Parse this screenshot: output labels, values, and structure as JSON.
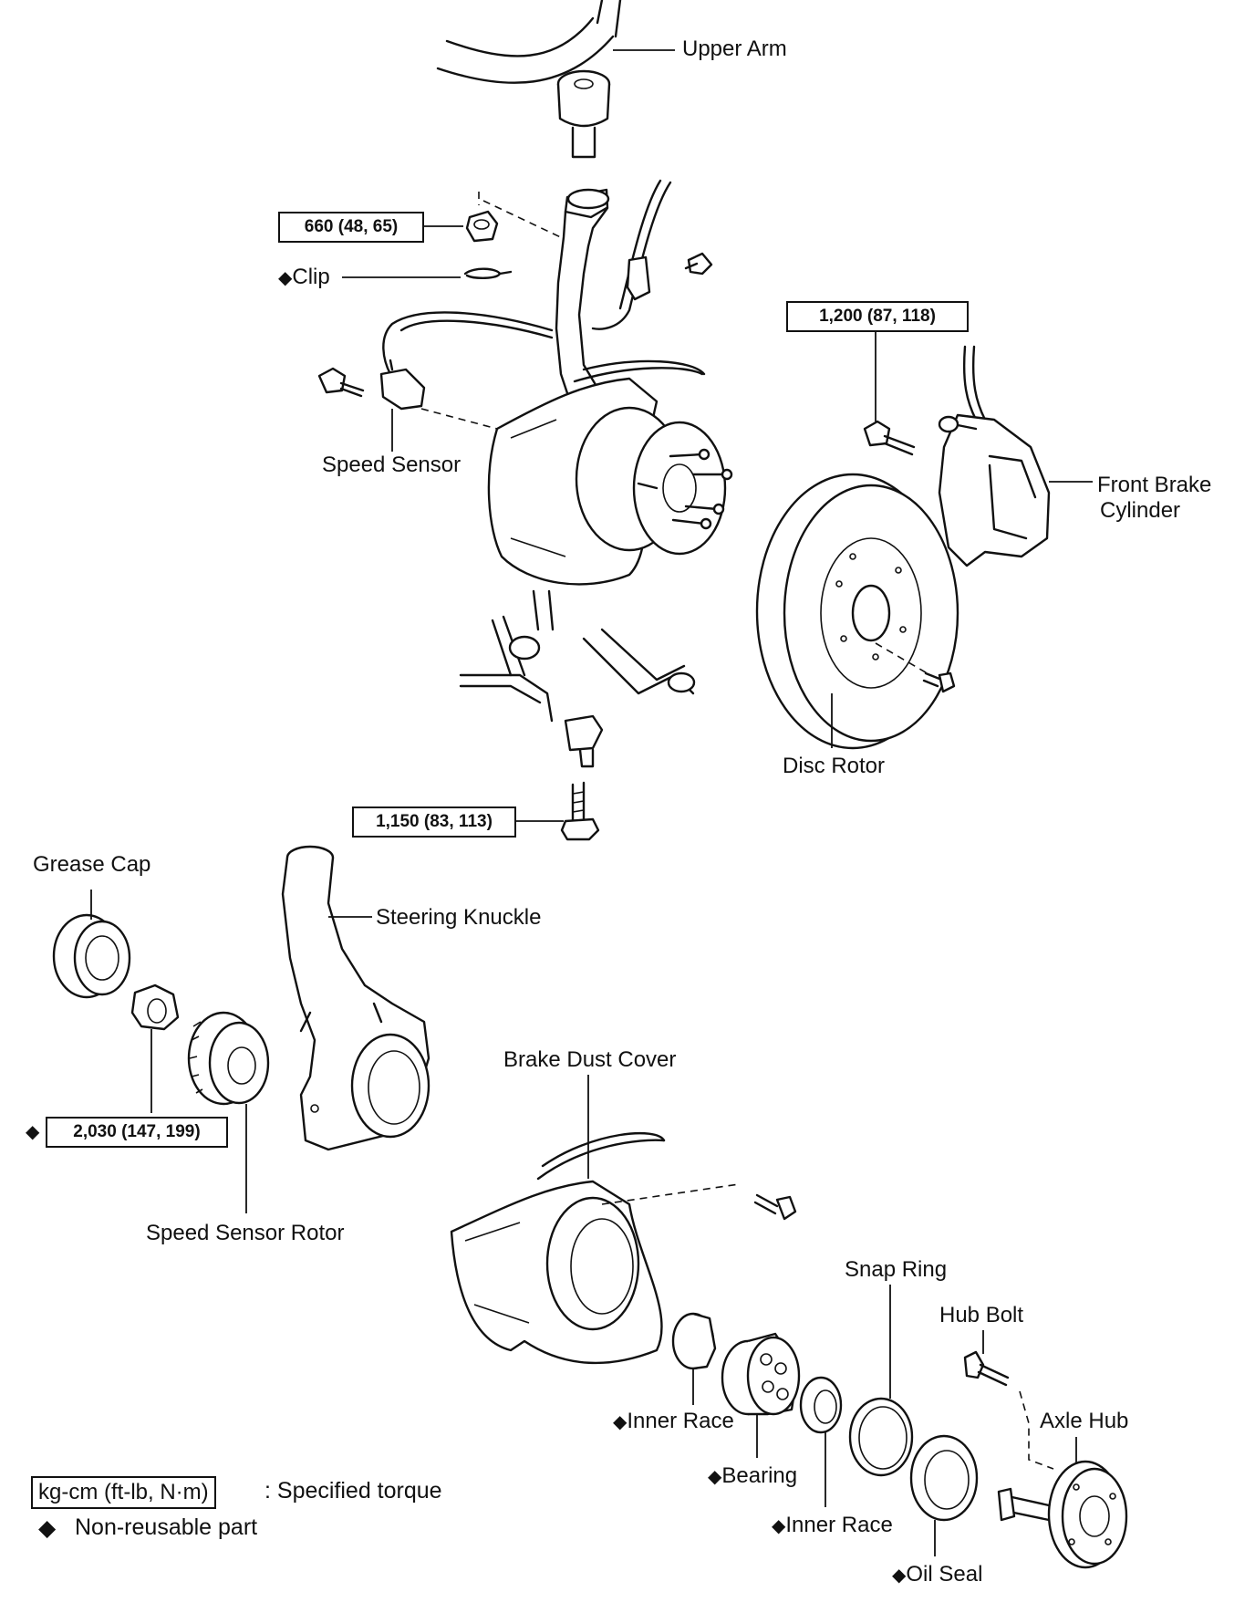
{
  "labels": {
    "upper_arm": "Upper Arm",
    "clip": "Clip",
    "speed_sensor": "Speed Sensor",
    "front_brake_cylinder_line1": "Front Brake",
    "front_brake_cylinder_line2": "Cylinder",
    "disc_rotor": "Disc Rotor",
    "grease_cap": "Grease Cap",
    "steering_knuckle": "Steering Knuckle",
    "speed_sensor_rotor": "Speed Sensor Rotor",
    "brake_dust_cover": "Brake Dust Cover",
    "snap_ring": "Snap Ring",
    "hub_bolt": "Hub Bolt",
    "axle_hub": "Axle Hub",
    "inner_race_1": "Inner Race",
    "bearing": "Bearing",
    "inner_race_2": "Inner Race",
    "oil_seal": "Oil Seal"
  },
  "torques": {
    "t660": "660 (48, 65)",
    "t1200": "1,200 (87, 118)",
    "t1150": "1,150 (83, 113)",
    "t2030": "2,030 (147, 199)"
  },
  "legend": {
    "unit_box": "kg-cm (ft-lb, N·m)",
    "unit_desc": ":  Specified torque",
    "nonreusable_desc": "Non-reusable part"
  },
  "symbols": {
    "diamond": "◆"
  }
}
